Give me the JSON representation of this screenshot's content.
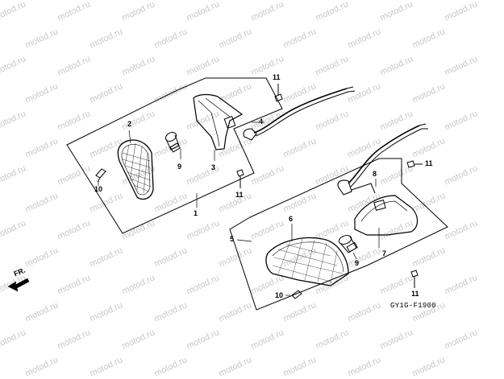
{
  "watermark": {
    "text": "motod.ru"
  },
  "diagram": {
    "code": "GY1G-F1900",
    "direction_label": "FR."
  },
  "callouts": {
    "c1": "1",
    "c2": "2",
    "c3": "3",
    "c4": "4",
    "c5": "5",
    "c6": "6",
    "c7": "7",
    "c8": "8",
    "c9a": "9",
    "c9b": "9",
    "c10a": "10",
    "c10b": "10",
    "c11a": "11",
    "c11b": "11",
    "c11c": "11",
    "c11d": "11"
  },
  "colors": {
    "line": "#000000",
    "watermark": "#c8c8c8",
    "background": "#ffffff"
  }
}
